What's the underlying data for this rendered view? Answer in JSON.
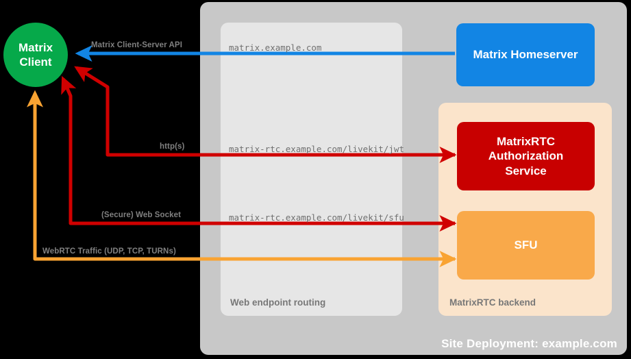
{
  "diagram": {
    "title": "Site Deployment: example.com"
  },
  "containers": {
    "site_deployment": {
      "label": "Site Deployment: example.com",
      "color": "#c8c8c8"
    },
    "web_routing": {
      "label": "Web endpoint routing",
      "color": "#e6e6e6"
    },
    "rtc_backend": {
      "label": "MatrixRTC backend",
      "color": "#fbe4cb"
    }
  },
  "nodes": {
    "client": {
      "line1": "Matrix",
      "line2": "Client",
      "color": "#06a94a"
    },
    "homeserver": {
      "label": "Matrix Homeserver",
      "color": "#1285e4"
    },
    "auth_service": {
      "line1": "MatrixRTC",
      "line2": "Authorization",
      "line3": "Service",
      "color": "#c80000"
    },
    "sfu": {
      "label": "SFU",
      "color": "#f9a94a"
    }
  },
  "edges": [
    {
      "name": "matrix-client-server-api",
      "label": "Matrix Client-Server API",
      "url": "matrix.example.com",
      "color": "#1285e4"
    },
    {
      "name": "http-jwt",
      "label": "http(s)",
      "url": "matrix-rtc.example.com/livekit/jwt",
      "color": "#e00000"
    },
    {
      "name": "secure-web-socket",
      "label": "(Secure) Web Socket",
      "url": "matrix-rtc.example.com/livekit/sfu",
      "color": "#e00000"
    },
    {
      "name": "webrtc-traffic",
      "label": "WebRTC Traffic (UDP, TCP, TURNs)",
      "url": "",
      "color": "#f9a332"
    }
  ]
}
